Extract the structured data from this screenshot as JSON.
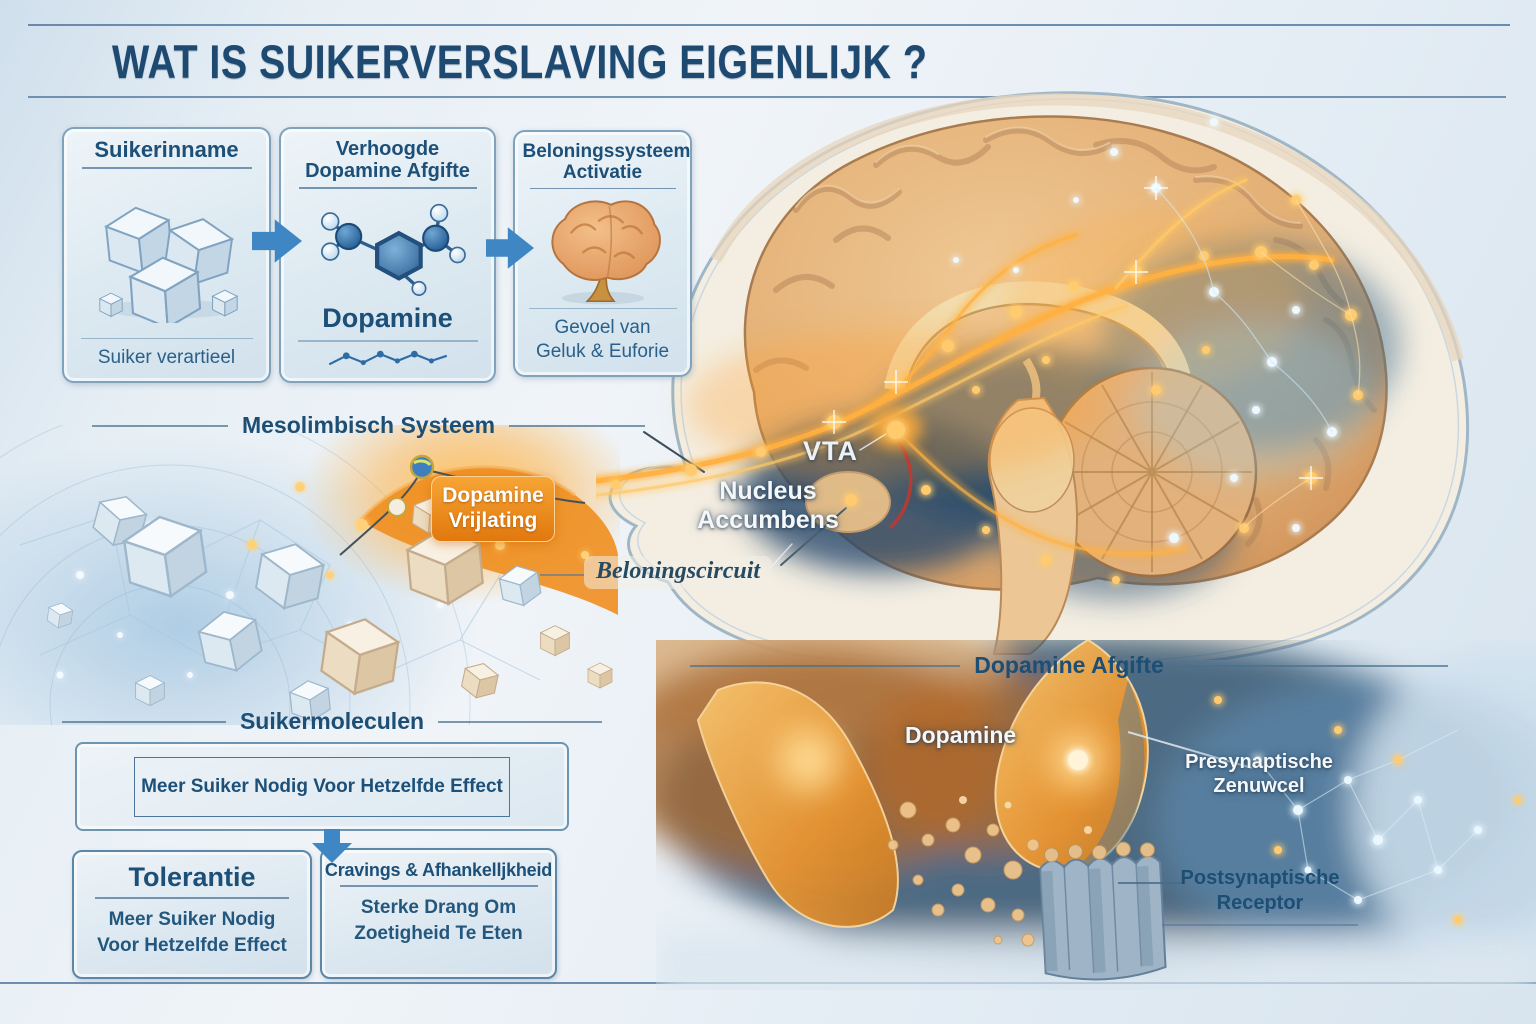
{
  "title": "WAT IS SUIKERVERSLAVING EIGENLIJK ?",
  "colors": {
    "heading_blue": "#1d4d75",
    "rule_blue": "#4d759b",
    "accent_arrow_blue": "#3e86c4",
    "release_box_orange": "#e8830f",
    "glow_orange": "#f59f1e",
    "label_white": "#f5f8fa"
  },
  "process_boxes": [
    {
      "header": "Suikerinname",
      "caption": "Suiker verartieel",
      "icon": "sugar-cubes-icon"
    },
    {
      "header": "Verhoogde Dopamine Afgifte",
      "molecule_label": "Dopamine",
      "icon": "molecule-icon"
    },
    {
      "header": "Beloningssysteem Activatie",
      "caption": "Gevoel van Geluk & Euforie",
      "icon": "brain-icon"
    }
  ],
  "brain": {
    "section_label": "Mesolimbisch Systeem",
    "release_box": "Dopamine Vrijlating",
    "vta": "VTA",
    "nucleus_accumbens": "Nucleus Accumbens",
    "reward_circuit": "Beloningscircuit"
  },
  "sugar_section": {
    "label": "Suikermoleculen",
    "statement": "Meer Suiker Nodig Voor Hetzelfde Effect"
  },
  "outcome_boxes": [
    {
      "header": "Tolerantie",
      "body": "Meer Suiker Nodig Voor Hetzelfde Effect"
    },
    {
      "header": "Cravings & Afhankelljkheid",
      "body": "Sterke Drang Om Zoetigheid Te Eten"
    }
  ],
  "synapse": {
    "section_label": "Dopamine Afgifte",
    "dopamine": "Dopamine",
    "presynaptic": "Presynaptische Zenuwcel",
    "postsynaptic": "Postsynaptische Receptor"
  }
}
